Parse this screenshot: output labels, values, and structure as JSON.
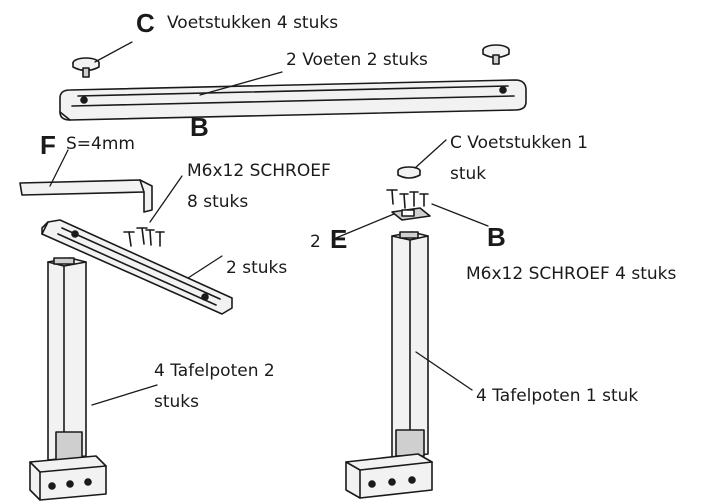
{
  "labels": {
    "c_top_letter": "C",
    "c_top_text": "Voetstukken 4 stuks",
    "feet_text": "2 Voeten 2 stuks",
    "f_letter": "F",
    "f_text": "S=4mm",
    "b_left_letter": "B",
    "screw_left_line1": "M6x12 SCHROEF",
    "screw_left_line2": "8 stuks",
    "c_right_line1": "C Voetstukken 1",
    "c_right_line2": "stuk",
    "e_prefix": "2",
    "e_letter": "E",
    "b_right_letter": "B",
    "screw_right_text": "M6x12 SCHROEF 4 stuks",
    "bracket_text": "2 stuks",
    "legs_left_line1": "4 Tafelpoten 2",
    "legs_left_line2": "stuks",
    "legs_right_text": "4 Tafelpoten 1 stuk"
  },
  "colors": {
    "line": "#1a1a1a",
    "part_fill": "#f2f2f2",
    "part_shade": "#cfcfcf"
  }
}
